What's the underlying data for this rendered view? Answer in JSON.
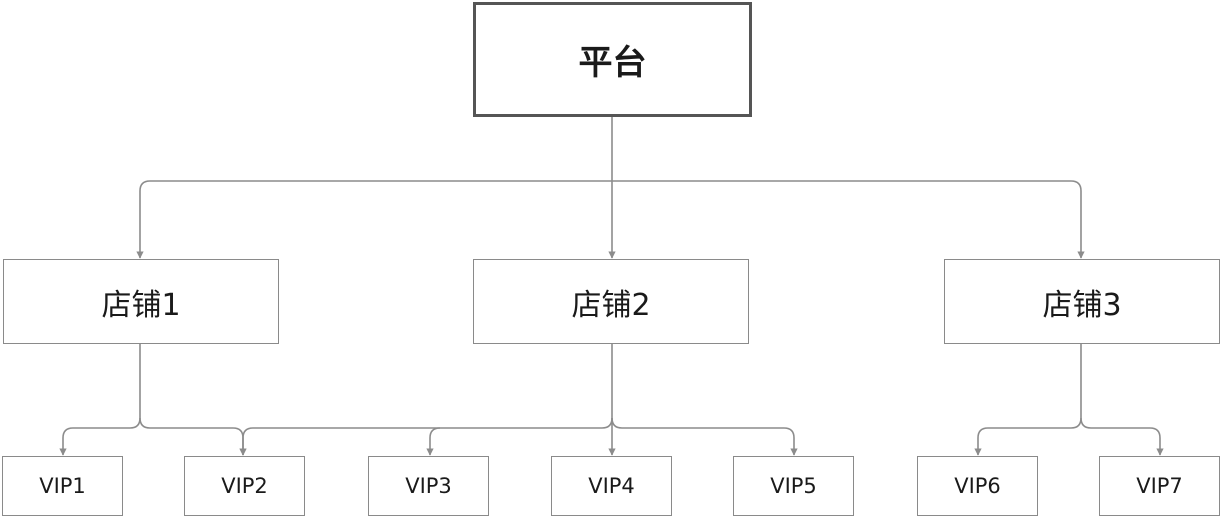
{
  "root": {
    "label": "平台"
  },
  "stores": [
    {
      "label": "店铺1"
    },
    {
      "label": "店铺2"
    },
    {
      "label": "店铺3"
    }
  ],
  "vips": [
    {
      "label": "VIP1"
    },
    {
      "label": "VIP2"
    },
    {
      "label": "VIP3"
    },
    {
      "label": "VIP4"
    },
    {
      "label": "VIP5"
    },
    {
      "label": "VIP6"
    },
    {
      "label": "VIP7"
    }
  ],
  "colors": {
    "connector": "#8c8c8c",
    "root_border": "#555555",
    "box_border": "#8a8a8a",
    "text": "#1a1a1a"
  }
}
